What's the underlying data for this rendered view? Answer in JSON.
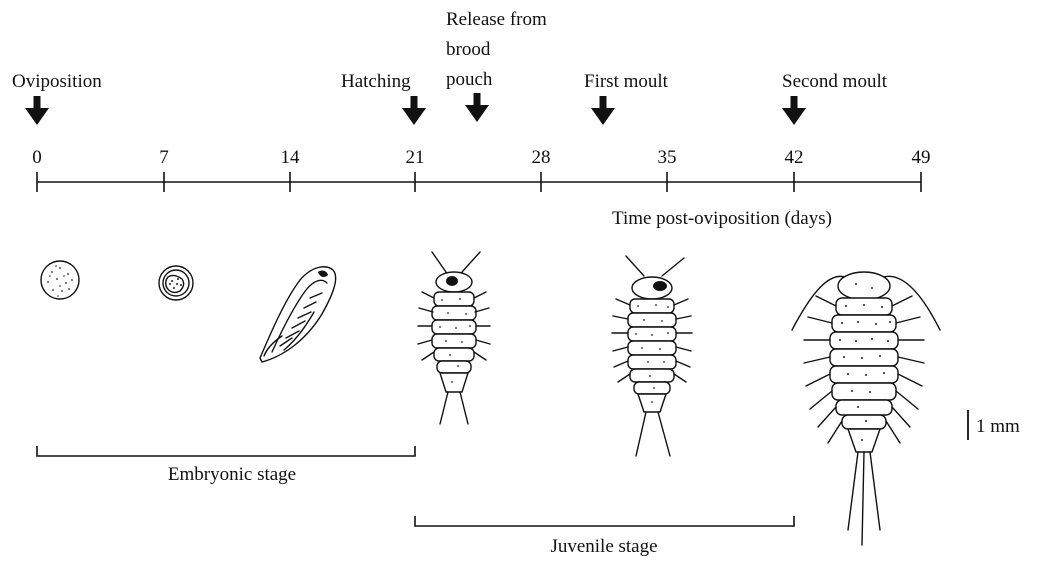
{
  "events": [
    {
      "lines": [
        "Oviposition"
      ],
      "day": 0
    },
    {
      "lines": [
        "Hatching"
      ],
      "day": 21
    },
    {
      "lines": [
        "Release from",
        "brood",
        "pouch"
      ],
      "day": 24
    },
    {
      "lines": [
        "First moult"
      ],
      "day": 31
    },
    {
      "lines": [
        "Second moult"
      ],
      "day": 42
    }
  ],
  "axis": {
    "ticks": [
      "0",
      "7",
      "14",
      "21",
      "28",
      "35",
      "42",
      "49"
    ],
    "label": "Time post-oviposition (days)"
  },
  "stages": {
    "embryonic": "Embryonic stage",
    "juvenile": "Juvenile stage"
  },
  "scale_bar": "1 mm"
}
